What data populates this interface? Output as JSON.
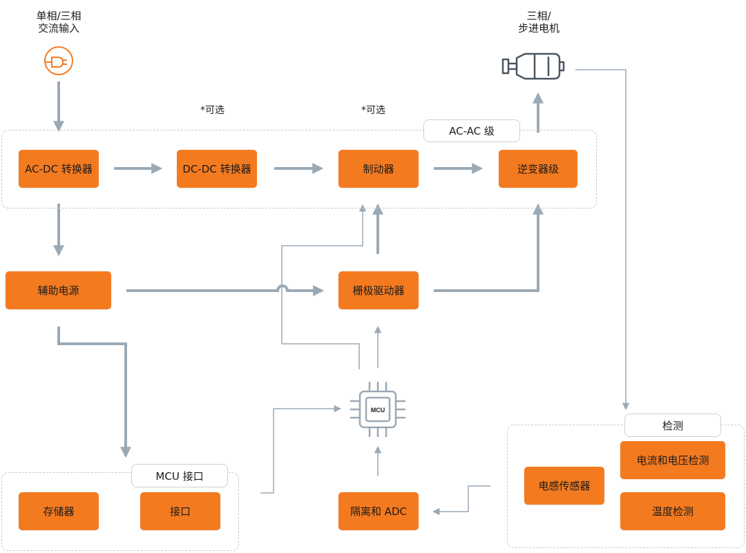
{
  "inputs": {
    "power_input": "单相/三相\n交流输入",
    "motor": "三相/\n步进电机"
  },
  "optional_notes": {
    "dcdc": "*可选",
    "brake": "*可选"
  },
  "regions": {
    "acac_stage": "AC-AC 级",
    "mcu_interface": "MCU 接口",
    "sensing": "检测"
  },
  "blocks": {
    "acdc": "AC-DC 转换器",
    "dcdc": "DC-DC 转换器",
    "brake": "制动器",
    "inverter": "逆变器级",
    "aux_power": "辅助电源",
    "gate_driver": "栅极驱动器",
    "mcu_chip": "MCU",
    "memory": "存储器",
    "interface": "接口",
    "isolation_adc": "隔离和 ADC",
    "inductive_sensor": "电感传感器",
    "current_voltage_sense": "电流和电压检测",
    "temp_sense": "温度检测"
  },
  "icons": {
    "power_input": "power-plug-icon",
    "motor": "motor-icon",
    "mcu": "chip-icon"
  },
  "colors": {
    "block_fill": "#f47a20",
    "arrow": "#9aa9b6",
    "icon_orange": "#f47a20",
    "icon_dark": "#4a5560"
  }
}
